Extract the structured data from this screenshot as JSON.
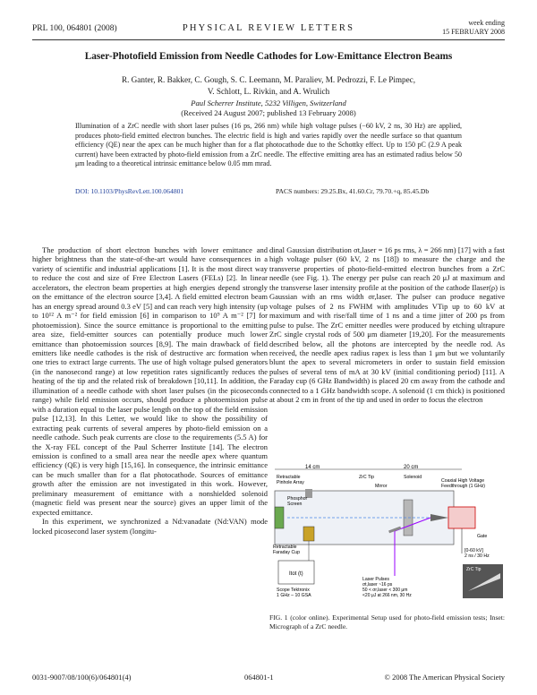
{
  "header": {
    "left": "PRL 100, 064801 (2008)",
    "center": "PHYSICAL REVIEW LETTERS",
    "right_1": "week ending",
    "right_2": "15 FEBRUARY 2008"
  },
  "title": "Laser-Photofield Emission from Needle Cathodes for Low-Emittance Electron Beams",
  "authors_1": "R. Ganter, R. Bakker, C. Gough, S. C. Leemann, M. Paraliev, M. Pedrozzi, F. Le Pimpec,",
  "authors_2": "V. Schlott, L. Rivkin, and A. Wrulich",
  "affiliation": "Paul Scherrer Institute, 5232 Villigen, Switzerland",
  "received": "(Received 24 August 2007; published 13 February 2008)",
  "abstract": "Illumination of a ZrC needle with short laser pulses (16 ps, 266 nm) while high voltage pulses (−60 kV, 2 ns, 30 Hz) are applied, produces photo-field emitted electron bunches. The electric field is high and varies rapidly over the needle surface so that quantum efficiency (QE) near the apex can be much higher than for a flat photocathode due to the Schottky effect. Up to 150 pC (2.9 A peak current) have been extracted by photo-field emission from a ZrC needle. The effective emitting area has an estimated radius below 50 μm leading to a theoretical intrinsic emittance below 0.05 mm mrad.",
  "doi": "DOI: 10.1103/PhysRevLett.100.064801",
  "pacs": "PACS numbers: 29.25.Bx, 41.60.Cr, 79.70.+q, 85.45.Db",
  "left_p1": "The production of short electron bunches with lower emittance and higher brightness than the state-of-the-art would have consequences in a variety of scientific and industrial applications [1]. It is the most direct way to reduce the cost and size of Free Electron Lasers (FELs) [2]. In linear accelerators, the electron beam properties at high energies depend strongly on the emittance of the electron source [3,4]. A field emitted electron beam has an energy spread around 0.3 eV [5] and can reach very high intensity (up to 10¹² A m⁻² for field emission [6] in comparison to 10⁹ A m⁻² [7] for photoemission). Since the source emittance is proportional to the emitting area size, field-emitter sources can potentially produce much lower emittance than photoemission sources [8,9]. The main drawback of field emitters like needle cathodes is the risk of destructive arc formation when one tries to extract large currents. The use of high voltage pulsed generators (in the nanosecond range) at low repetition rates significantly reduces the heating of the tip and the related risk of breakdown [10,11]. In addition, the illumination of a needle cathode with short laser pulses (in the picoseconds range) while field emission occurs, should produce a photoemission pulse with a duration equal to the laser pulse length on the top of the field emission pulse [12,13]. In this Letter, we would like to show the possibility of extracting peak currents of several amperes by photo-field emission on a needle cathode. Such peak currents are close to the requirements (5.5 A) for the X-ray FEL concept of the Paul Scherrer Institute [14]. The electron emission is confined to a small area near the needle apex where quantum efficiency (QE) is very high [15,16]. In consequence, the intrinsic emittance can be much smaller than for a flat photocathode. Sources of emittance growth after the emission are not investigated in this work. However, preliminary measurement of emittance with a nonshielded solenoid (magnetic field was present near the source) gives an upper limit of the expected emittance.",
  "left_p2": "In this experiment, we synchronized a Nd:vanadate (Nd:VAN) mode locked picosecond laser system (longitu-",
  "right_p1": "dinal Gaussian distribution σt,laser = 16 ps rms, λ = 266 nm) [17] with a fast high voltage pulser (60 kV, 2 ns [18]) to measure the charge and the transverse properties of photo-field-emitted electron bunches from a ZrC needle (see Fig. 1). The energy per pulse can reach 20 μJ at maximum and the transverse laser intensity profile at the position of the cathode Ilaser(ρ) is Gaussian with an rms width σr,laser. The pulser can produce negative voltage pulses of 2 ns FWHM with amplitudes VTip up to 60 kV at maximum and with rise/fall time of 1 ns and a time jitter of 200 ps from pulse to pulse. The ZrC emitter needles were produced by etching ultrapure ZrC single crystal rods of 500 μm diameter [19,20]. For the measurements described below, all the photons are intercepted by the needle rod. As received, the needle apex radius rapex is less than 1 μm but we voluntarily blunt the apex to several micrometers in order to sustain field emission pulses of several tens of mA at 30 kV (initial conditioning period) [11]. A Faraday cup (6 GHz Bandwidth) is placed 20 cm away from the cathode and connected to a 1 GHz bandwidth scope. A solenoid (1 cm thick) is positioned at about 2 cm in front of the tip and used in order to focus the electron",
  "figure": {
    "dim_left": "14 cm",
    "dim_right": "20 cm",
    "retractable": "Retractable",
    "pinhole": "Pinhole Array",
    "zrc_tip_top": "ZrC Tip",
    "solenoid": "Solenoid",
    "mirror": "Mirror",
    "coaxial_1": "Coaxial High Voltage",
    "coaxial_2": "Feedthrough (1 GHz)",
    "phosphor_1": "Phosphor",
    "phosphor_2": "Screen",
    "faraday_1": "Retractable",
    "faraday_2": "Faraday Cup",
    "gate": "Gate",
    "itot": "Itot (t)",
    "kv_1": "[0-60 kV]",
    "kv_2": "2 ns / 30 Hz",
    "zrc_tip_inset": "ZrC Tip",
    "laser_1": "Laser Pulses",
    "laser_2": "σt,laser ~16 ps",
    "laser_3": "50 < σr,laser < 300 μm",
    "laser_4": "<20 μJ at 266 nm, 30 Hz",
    "scope_1": "Scope Tektronix",
    "scope_2": "1 GHz – 10 GSA"
  },
  "caption": "FIG. 1 (color online).   Experimental Setup used for photo-field emission tests; Inset: Micrograph of a ZrC needle.",
  "footer": {
    "left": "0031-9007/08/100(6)/064801(4)",
    "center": "064801-1",
    "right": "© 2008 The American Physical Society"
  }
}
